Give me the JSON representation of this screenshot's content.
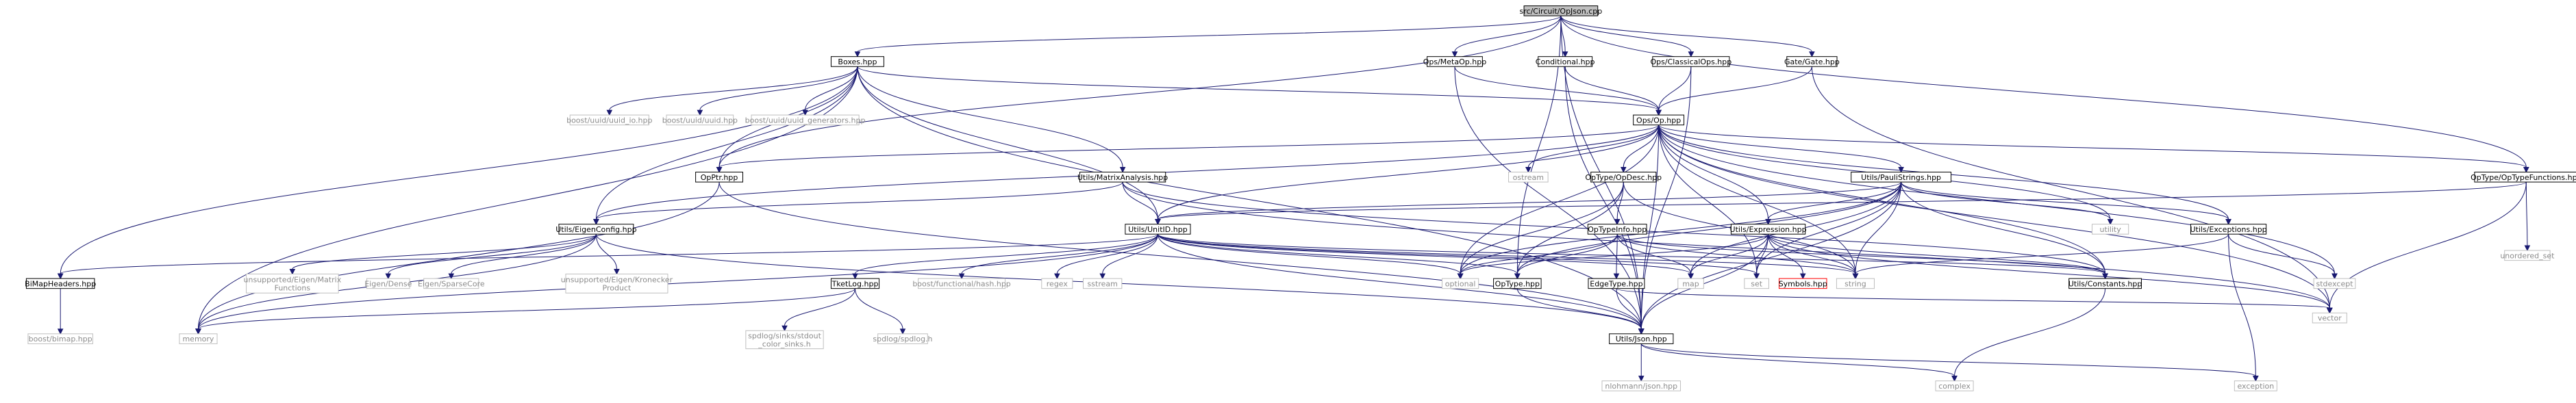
{
  "graph": {
    "edge_color": "#191970",
    "nodes": [
      {
        "id": "root",
        "label": "src/Circuit/OpJson.cpp",
        "kind": "root"
      },
      {
        "id": "boxes",
        "label": "Boxes.hpp",
        "kind": "local"
      },
      {
        "id": "metaop",
        "label": "Ops/MetaOp.hpp",
        "kind": "local"
      },
      {
        "id": "conditional",
        "label": "Conditional.hpp",
        "kind": "local"
      },
      {
        "id": "classicalops",
        "label": "Ops/ClassicalOps.hpp",
        "kind": "local"
      },
      {
        "id": "gate",
        "label": "Gate/Gate.hpp",
        "kind": "local"
      },
      {
        "id": "uuid_io",
        "label": "boost/uuid/uuid_io.hpp",
        "kind": "sys"
      },
      {
        "id": "uuid",
        "label": "boost/uuid/uuid.hpp",
        "kind": "sys"
      },
      {
        "id": "uuid_gen",
        "label": "boost/uuid/uuid_generators.hpp",
        "kind": "sys"
      },
      {
        "id": "op",
        "label": "Ops/Op.hpp",
        "kind": "local"
      },
      {
        "id": "opptr",
        "label": "OpPtr.hpp",
        "kind": "local"
      },
      {
        "id": "ostream",
        "label": "ostream",
        "kind": "sys"
      },
      {
        "id": "matrixanalysis",
        "label": "Utils/MatrixAnalysis.hpp",
        "kind": "local"
      },
      {
        "id": "opdesc",
        "label": "OpType/OpDesc.hpp",
        "kind": "local"
      },
      {
        "id": "paulistrings",
        "label": "Utils/PauliStrings.hpp",
        "kind": "local"
      },
      {
        "id": "optypefunctions",
        "label": "OpType/OpTypeFunctions.hpp",
        "kind": "local"
      },
      {
        "id": "eigenconfig",
        "label": "Utils/EigenConfig.hpp",
        "kind": "local"
      },
      {
        "id": "unitid",
        "label": "Utils/UnitID.hpp",
        "kind": "local"
      },
      {
        "id": "optypeinfo",
        "label": "OpTypeInfo.hpp",
        "kind": "local"
      },
      {
        "id": "expression",
        "label": "Utils/Expression.hpp",
        "kind": "local"
      },
      {
        "id": "utility",
        "label": "utility",
        "kind": "sys"
      },
      {
        "id": "exceptions",
        "label": "Utils/Exceptions.hpp",
        "kind": "local"
      },
      {
        "id": "unordered_set",
        "label": "unordered_set",
        "kind": "sys"
      },
      {
        "id": "bimapheaders",
        "label": "BiMapHeaders.hpp",
        "kind": "local"
      },
      {
        "id": "eigenmatrix",
        "label": "unsupported/Eigen/Matrix\nFunctions",
        "kind": "sys"
      },
      {
        "id": "eigendense",
        "label": "Eigen/Dense",
        "kind": "sys"
      },
      {
        "id": "eigensparse",
        "label": "Eigen/SparseCore",
        "kind": "sys"
      },
      {
        "id": "eigenkron",
        "label": "unsupported/Eigen/Kronecker\nProduct",
        "kind": "sys"
      },
      {
        "id": "tketlog",
        "label": "TketLog.hpp",
        "kind": "local"
      },
      {
        "id": "funchash",
        "label": "boost/functional/hash.hpp",
        "kind": "sys"
      },
      {
        "id": "regex",
        "label": "regex",
        "kind": "sys"
      },
      {
        "id": "sstream",
        "label": "sstream",
        "kind": "sys"
      },
      {
        "id": "optional",
        "label": "optional",
        "kind": "sys"
      },
      {
        "id": "optype",
        "label": "OpType.hpp",
        "kind": "local"
      },
      {
        "id": "edgetype",
        "label": "EdgeType.hpp",
        "kind": "local"
      },
      {
        "id": "map",
        "label": "map",
        "kind": "sys"
      },
      {
        "id": "set",
        "label": "set",
        "kind": "sys"
      },
      {
        "id": "symbols",
        "label": "Symbols.hpp",
        "kind": "trunc"
      },
      {
        "id": "string",
        "label": "string",
        "kind": "sys"
      },
      {
        "id": "constants",
        "label": "Utils/Constants.hpp",
        "kind": "local"
      },
      {
        "id": "stdexcept",
        "label": "stdexcept",
        "kind": "sys"
      },
      {
        "id": "vector",
        "label": "vector",
        "kind": "sys"
      },
      {
        "id": "boostbimap",
        "label": "boost/bimap.hpp",
        "kind": "sys"
      },
      {
        "id": "memory",
        "label": "memory",
        "kind": "sys"
      },
      {
        "id": "spdlogsinks",
        "label": "spdlog/sinks/stdout\n_color_sinks.h",
        "kind": "sys"
      },
      {
        "id": "spdlog",
        "label": "spdlog/spdlog.h",
        "kind": "sys"
      },
      {
        "id": "json",
        "label": "Utils/Json.hpp",
        "kind": "local"
      },
      {
        "id": "nlohmann",
        "label": "nlohmann/json.hpp",
        "kind": "sys"
      },
      {
        "id": "complex",
        "label": "complex",
        "kind": "sys"
      },
      {
        "id": "exception",
        "label": "exception",
        "kind": "sys"
      }
    ],
    "edges": [
      [
        "root",
        "boxes"
      ],
      [
        "root",
        "metaop"
      ],
      [
        "root",
        "conditional"
      ],
      [
        "root",
        "classicalops"
      ],
      [
        "root",
        "gate"
      ],
      [
        "root",
        "opptr"
      ],
      [
        "root",
        "optypefunctions"
      ],
      [
        "root",
        "json"
      ],
      [
        "root",
        "optype"
      ],
      [
        "boxes",
        "bimapheaders"
      ],
      [
        "boxes",
        "uuid_io"
      ],
      [
        "boxes",
        "uuid"
      ],
      [
        "boxes",
        "uuid_gen"
      ],
      [
        "boxes",
        "op"
      ],
      [
        "boxes",
        "opptr"
      ],
      [
        "boxes",
        "matrixanalysis"
      ],
      [
        "boxes",
        "eigenconfig"
      ],
      [
        "boxes",
        "unitid"
      ],
      [
        "boxes",
        "json"
      ],
      [
        "boxes",
        "memory"
      ],
      [
        "metaop",
        "op"
      ],
      [
        "metaop",
        "json"
      ],
      [
        "conditional",
        "op"
      ],
      [
        "conditional",
        "json"
      ],
      [
        "classicalops",
        "op"
      ],
      [
        "classicalops",
        "json"
      ],
      [
        "gate",
        "op"
      ],
      [
        "gate",
        "vector"
      ],
      [
        "op",
        "opptr"
      ],
      [
        "op",
        "ostream"
      ],
      [
        "op",
        "opdesc"
      ],
      [
        "op",
        "paulistrings"
      ],
      [
        "op",
        "optypefunctions"
      ],
      [
        "op",
        "expression"
      ],
      [
        "op",
        "utility"
      ],
      [
        "op",
        "exceptions"
      ],
      [
        "op",
        "unitid"
      ],
      [
        "op",
        "eigenconfig"
      ],
      [
        "op",
        "optional"
      ],
      [
        "op",
        "json"
      ],
      [
        "op",
        "constants"
      ],
      [
        "op",
        "stdexcept"
      ],
      [
        "op",
        "vector"
      ],
      [
        "op",
        "string"
      ],
      [
        "op",
        "set"
      ],
      [
        "opptr",
        "memory"
      ],
      [
        "opptr",
        "json"
      ],
      [
        "matrixanalysis",
        "eigenconfig"
      ],
      [
        "matrixanalysis",
        "unitid"
      ],
      [
        "matrixanalysis",
        "constants"
      ],
      [
        "matrixanalysis",
        "vector"
      ],
      [
        "opdesc",
        "optypeinfo"
      ],
      [
        "opdesc",
        "optional"
      ],
      [
        "opdesc",
        "string"
      ],
      [
        "opdesc",
        "optype"
      ],
      [
        "paulistrings",
        "unitid"
      ],
      [
        "paulistrings",
        "expression"
      ],
      [
        "paulistrings",
        "constants"
      ],
      [
        "paulistrings",
        "json"
      ],
      [
        "paulistrings",
        "utility"
      ],
      [
        "paulistrings",
        "exceptions"
      ],
      [
        "paulistrings",
        "string"
      ],
      [
        "paulistrings",
        "map"
      ],
      [
        "paulistrings",
        "set"
      ],
      [
        "paulistrings",
        "optype"
      ],
      [
        "paulistrings",
        "optional"
      ],
      [
        "optypefunctions",
        "unitid"
      ],
      [
        "optypefunctions",
        "unordered_set"
      ],
      [
        "optypefunctions",
        "vector"
      ],
      [
        "eigenconfig",
        "eigenmatrix"
      ],
      [
        "eigenconfig",
        "eigendense"
      ],
      [
        "eigenconfig",
        "eigensparse"
      ],
      [
        "eigenconfig",
        "eigenkron"
      ],
      [
        "eigenconfig",
        "json"
      ],
      [
        "eigenconfig",
        "memory"
      ],
      [
        "unitid",
        "bimapheaders"
      ],
      [
        "unitid",
        "tketlog"
      ],
      [
        "unitid",
        "funchash"
      ],
      [
        "unitid",
        "regex"
      ],
      [
        "unitid",
        "sstream"
      ],
      [
        "unitid",
        "optional"
      ],
      [
        "unitid",
        "json"
      ],
      [
        "unitid",
        "memory"
      ],
      [
        "unitid",
        "map"
      ],
      [
        "unitid",
        "string"
      ],
      [
        "unitid",
        "set"
      ],
      [
        "unitid",
        "constants"
      ],
      [
        "unitid",
        "optype"
      ],
      [
        "optypeinfo",
        "optype"
      ],
      [
        "optypeinfo",
        "edgetype"
      ],
      [
        "optypeinfo",
        "optional"
      ],
      [
        "optypeinfo",
        "map"
      ],
      [
        "optypeinfo",
        "string"
      ],
      [
        "optypeinfo",
        "constants"
      ],
      [
        "expression",
        "optional"
      ],
      [
        "expression",
        "map"
      ],
      [
        "expression",
        "set"
      ],
      [
        "expression",
        "symbols"
      ],
      [
        "expression",
        "string"
      ],
      [
        "expression",
        "json"
      ],
      [
        "expression",
        "constants"
      ],
      [
        "expression",
        "vector"
      ],
      [
        "exceptions",
        "stdexcept"
      ],
      [
        "exceptions",
        "string"
      ],
      [
        "exceptions",
        "exception"
      ],
      [
        "bimapheaders",
        "boostbimap"
      ],
      [
        "tketlog",
        "memory"
      ],
      [
        "tketlog",
        "spdlogsinks"
      ],
      [
        "tketlog",
        "spdlog"
      ],
      [
        "optype",
        "json"
      ],
      [
        "edgetype",
        "json"
      ],
      [
        "edgetype",
        "vector"
      ],
      [
        "constants",
        "complex"
      ],
      [
        "json",
        "nlohmann"
      ],
      [
        "json",
        "complex"
      ],
      [
        "json",
        "exception"
      ]
    ]
  }
}
